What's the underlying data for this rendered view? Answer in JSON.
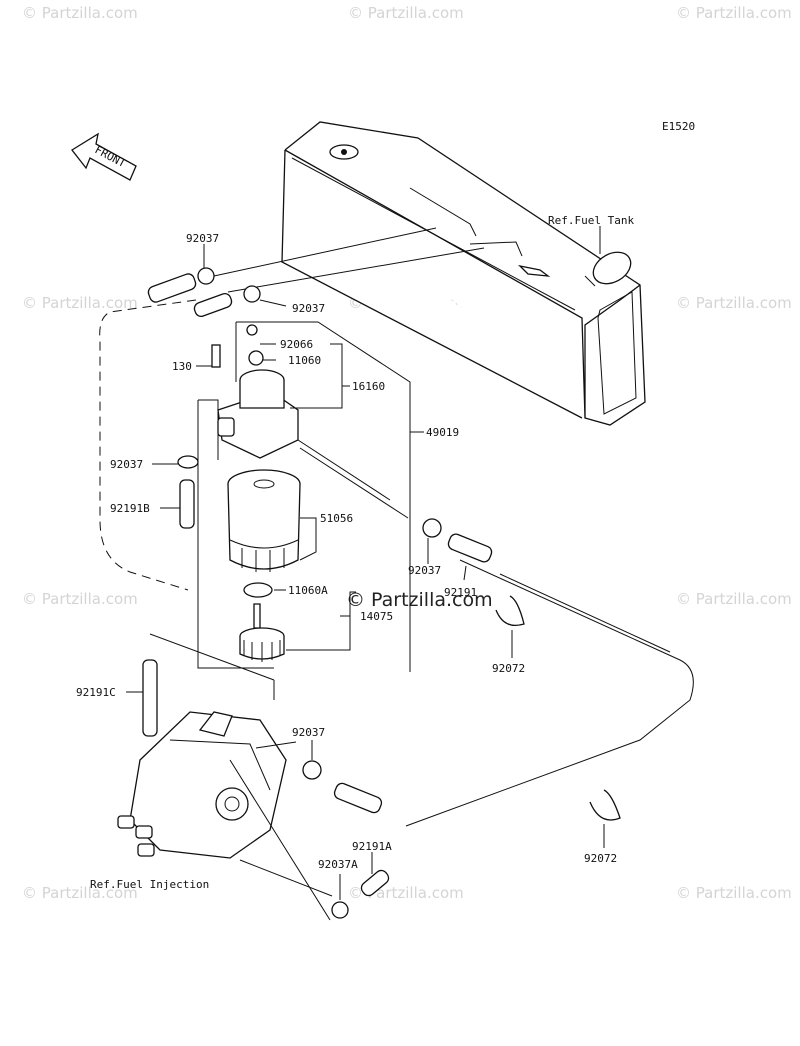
{
  "diagram_code": "E1520",
  "front_arrow_label": "FRONT",
  "watermark": {
    "text": "© Partzilla.com",
    "center_text": "© Partzilla.com"
  },
  "references": {
    "fuel_tank": "Ref.Fuel Tank",
    "fuel_injection": "Ref.Fuel Injection"
  },
  "part_labels": [
    "92037",
    "92037",
    "92066",
    "11060",
    "130",
    "16160",
    "49019",
    "92037",
    "92191B",
    "51056",
    "92037",
    "92191",
    "11060A",
    "14075",
    "92072",
    "92191C",
    "92037",
    "92191A",
    "92037A",
    "92072"
  ]
}
